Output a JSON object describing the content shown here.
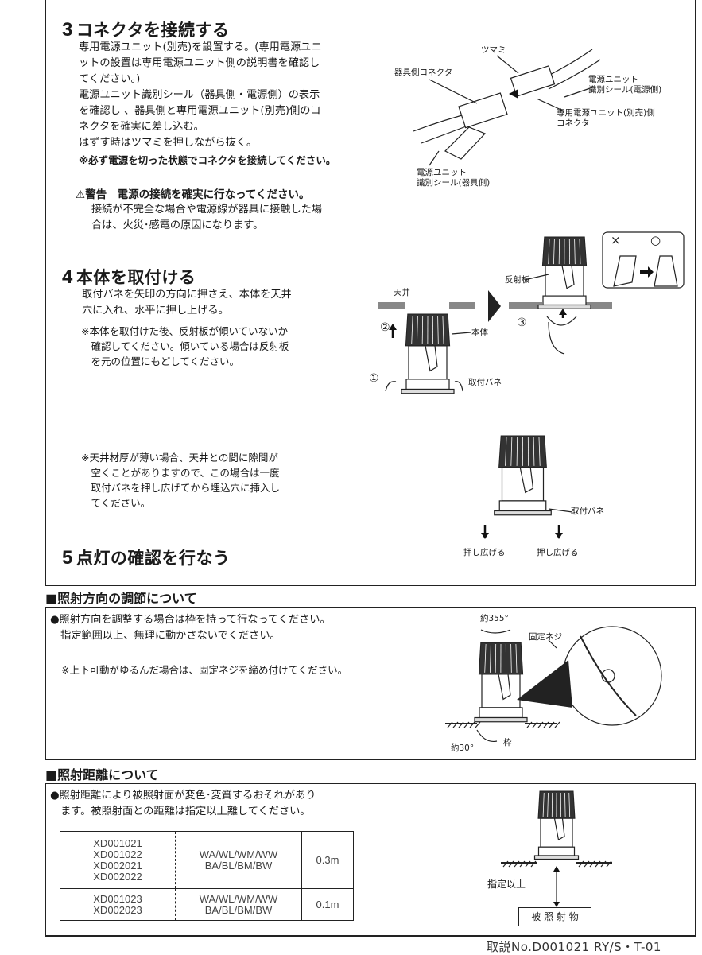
{
  "step3": {
    "number": "3",
    "title": "コネクタを接続する",
    "body": "専用電源ユニット(別売)を設置する。(専用電源ユニ\nットの設置は専用電源ユニット側の説明書を確認し\nてください。)\n電源ユニット識別シール（器具側・電源側）の表示\nを確認し 、器具側と専用電源ユニット(別売)側のコ\nネクタを確実に差し込む。\nはずす時はツマミを押しながら抜く。",
    "note": "※必ず電源を切った状態でコネクタを接続してください。",
    "warning_title": "⚠警告　電源の接続を確実に行なってください。",
    "warning_body": "接続が不完全な場合や電源線が器具に接触した場\n合は、火災･感電の原因になります。",
    "diagram_labels": {
      "knob": "ツマミ",
      "fixture_connector": "器具側コネクタ",
      "seal_power": "電源ユニット\n識別シール(電源側)",
      "unit_connector": "専用電源ユニット(別売)側\nコネクタ",
      "seal_fixture": "電源ユニット\n識別シール(器具側)"
    }
  },
  "step4": {
    "number": "4",
    "title": "本体を取付ける",
    "body": "取付バネを矢印の方向に押さえ、本体を天井\n穴に入れ、水平に押し上げる。",
    "note": "※本体を取付けた後、反射板が傾いていないか\n　確認してください。傾いている場合は反射板\n　を元の位置にもどしてください。",
    "note2": "※天井材厚が薄い場合、天井との間に隙間が\n　空くことがありますので、この場合は一度\n　取付バネを押し広げてから埋込穴に挿入し\n　てください。",
    "diagram_labels": {
      "ceiling": "天井",
      "step2": "②",
      "body": "本体",
      "step1": "①",
      "spring": "取付バネ",
      "reflector": "反射板",
      "step3": "③",
      "wrong": "×",
      "right": "○",
      "spring2": "取付バネ",
      "spread_left": "押し広げる",
      "spread_right": "押し広げる"
    }
  },
  "step5": {
    "number": "5",
    "title": "点灯の確認を行なう"
  },
  "direction": {
    "heading": "■照射方向の調節について",
    "body": "●照射方向を調整する場合は枠を持って行なってください。\n　指定範囲以上、無理に動かさないでください。",
    "note": "※上下可動がゆるんだ場合は、固定ネジを締め付けてください。",
    "diagram_labels": {
      "rotation": "約355°",
      "screw": "固定ネジ",
      "tilt": "約30°",
      "frame": "枠"
    }
  },
  "distance": {
    "heading": "■照射距離について",
    "body": "●照射距離により被照射面が変色･変質するおそれがあり\n　ます。被照射面との距離は指定以上離してください。",
    "table": [
      {
        "models": "XD001021\nXD001022\nXD002021\nXD002022",
        "variants": "WA/WL/WM/WW\nBA/BL/BM/BW",
        "distance": "0.3m"
      },
      {
        "models": "XD001023\nXD002023",
        "variants": "WA/WL/WM/WW\nBA/BL/BM/BW",
        "distance": "0.1m"
      }
    ],
    "diagram_labels": {
      "min": "指定以上",
      "target": "被 照 射 物"
    }
  },
  "footer": "取説No.D001021 RY/S・T-01"
}
